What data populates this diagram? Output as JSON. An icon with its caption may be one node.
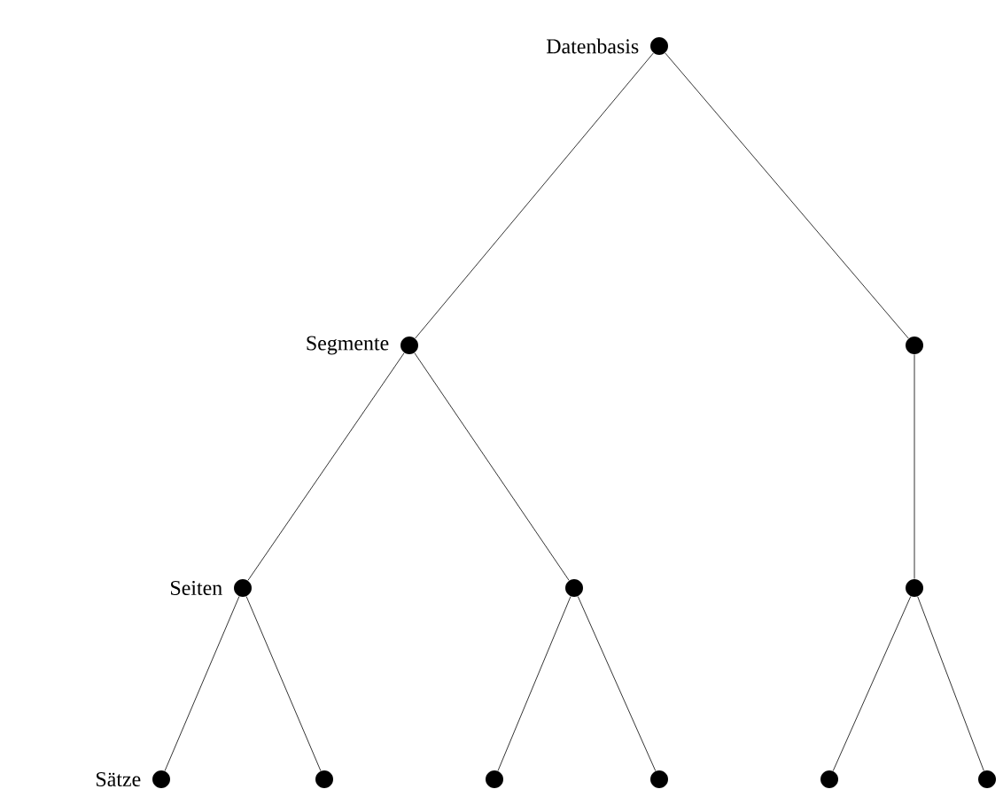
{
  "diagram": {
    "nodes": [
      {
        "text": [],
        "shape": "circle",
        "beside": [
          "Datenbasis"
        ]
      },
      {
        "text": [],
        "shape": "circle",
        "beside": [
          "Segmente"
        ]
      },
      {
        "text": [],
        "shape": "circle"
      },
      {
        "text": [],
        "shape": "circle",
        "beside": [
          "Seiten"
        ]
      },
      {
        "text": [],
        "shape": "circle"
      },
      {
        "text": [],
        "shape": "circle"
      },
      {
        "text": [],
        "shape": "circle",
        "beside": [
          "Sätze"
        ]
      },
      {
        "text": [],
        "shape": "circle"
      },
      {
        "text": [],
        "shape": "circle"
      },
      {
        "text": [],
        "shape": "circle"
      },
      {
        "text": [],
        "shape": "circle"
      },
      {
        "text": [],
        "shape": "circle"
      }
    ],
    "edges": [
      {
        "from": 0,
        "to": 1,
        "arrow": "none"
      },
      {
        "from": 0,
        "to": 2,
        "arrow": "none"
      },
      {
        "from": 1,
        "to": 3,
        "arrow": "none"
      },
      {
        "from": 1,
        "to": 4,
        "arrow": "none"
      },
      {
        "from": 2,
        "to": 5,
        "arrow": "none"
      },
      {
        "from": 3,
        "to": 6,
        "arrow": "none"
      },
      {
        "from": 3,
        "to": 7,
        "arrow": "none"
      },
      {
        "from": 4,
        "to": 8,
        "arrow": "none"
      },
      {
        "from": 4,
        "to": 9,
        "arrow": "none"
      },
      {
        "from": 5,
        "to": 10,
        "arrow": "none"
      },
      {
        "from": 5,
        "to": 11,
        "arrow": "none"
      }
    ]
  }
}
